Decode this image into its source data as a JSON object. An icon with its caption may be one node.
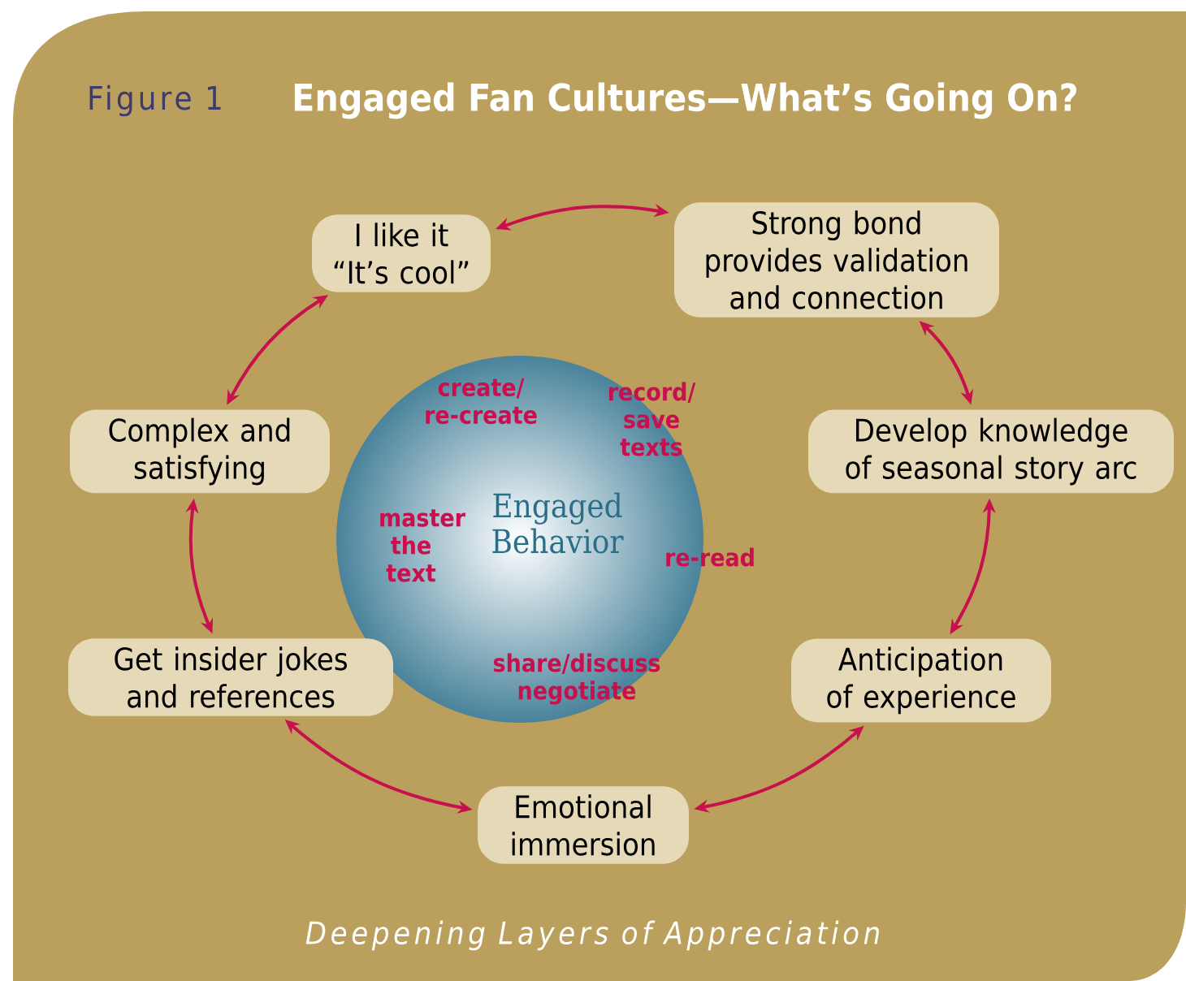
{
  "diagram": {
    "title": "Engaged Fan Cultures—What’s Going On?",
    "caption": "Deepening Layers of Appreciation",
    "labels": [
      "Figure 1"
    ],
    "nodes": [
      {
        "text": [
          "I like it “It’s cool”"
        ]
      },
      {
        "text": [
          "Strong bond provides validation and connection"
        ]
      },
      {
        "text": [
          "Complex and satisfying"
        ]
      },
      {
        "text": [
          "Develop knowledge of seasonal story arc"
        ]
      },
      {
        "text": [
          "create/ re-create",
          "record/ save texts",
          "Engaged Behavior",
          "master the text",
          "re-read",
          "share/discuss negotiate"
        ]
      },
      {
        "text": [
          "Get insider jokes and references"
        ]
      },
      {
        "text": [
          "Anticipation of experience"
        ]
      },
      {
        "text": [
          "Emotional immersion"
        ]
      }
    ],
    "edges": [
      {
        "from": 0,
        "to": 1,
        "arrow": "both"
      },
      {
        "from": 1,
        "to": 3,
        "arrow": "both"
      },
      {
        "from": 3,
        "to": 6,
        "arrow": "both"
      },
      {
        "from": 6,
        "to": 7,
        "arrow": "both"
      },
      {
        "from": 7,
        "to": 5,
        "arrow": "both"
      },
      {
        "from": 5,
        "to": 2,
        "arrow": "both"
      },
      {
        "from": 2,
        "to": 0,
        "arrow": "both"
      }
    ]
  }
}
